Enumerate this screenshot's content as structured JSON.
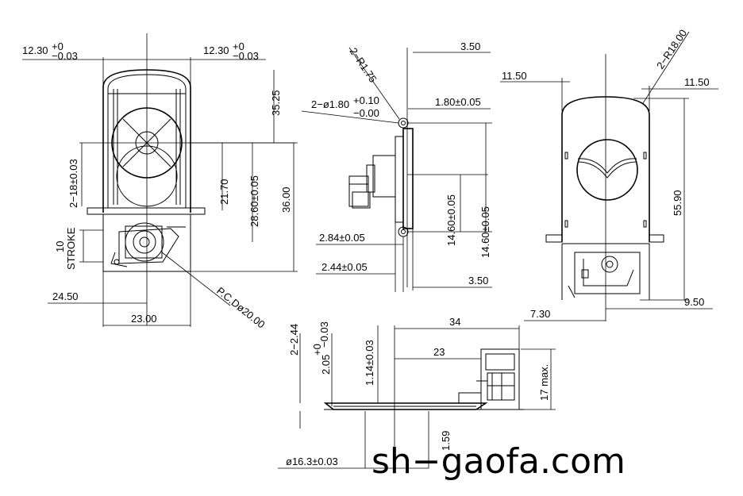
{
  "views": {
    "front": {
      "dims": {
        "left_offset": "12.30",
        "left_tol_upper": "+0",
        "left_tol_lower": "−0.03",
        "right_offset": "12.30",
        "right_tol_upper": "+0",
        "right_tol_lower": "−0.03",
        "h1": "35.25",
        "hole_dia": "2−18±0.03",
        "h2": "21.70",
        "h3": "28.60±0.05",
        "h4": "36.00",
        "stroke_value": "10",
        "stroke_label": "STROKE",
        "left_width": "24.50",
        "width": "23.00",
        "pcd": "P.C.Dø20.00"
      }
    },
    "side": {
      "dims": {
        "radius": "2−R1.75",
        "top_offset": "3.50",
        "hole_dia": "2−ø1.80",
        "hole_tol_upper": "+0.10",
        "hole_tol_lower": "−0.00",
        "hole_offset": "1.80±0.05",
        "v1": "14.60±0.05",
        "v2": "14.60±0.05",
        "h1": "2.84±0.05",
        "h2": "2.44±0.05",
        "bottom_offset": "3.50"
      }
    },
    "rear": {
      "dims": {
        "left_flange": "11.50",
        "right_flange": "11.50",
        "radius": "2−R18.00",
        "height": "55.90",
        "left_offset": "7.30",
        "right_offset": "9.50"
      }
    },
    "bottom": {
      "dims": {
        "length": "34",
        "length2": "23",
        "h_a": "2−2.44",
        "h_b": "2.05",
        "h_b_tol_upper": "+0",
        "h_b_tol_lower": "−0.03",
        "h_c": "1.14±0.03",
        "height_max": "17 max.",
        "pin": "1.59",
        "dia": "ø16.3±0.03"
      }
    }
  },
  "watermark": "sh−gaofa.com"
}
